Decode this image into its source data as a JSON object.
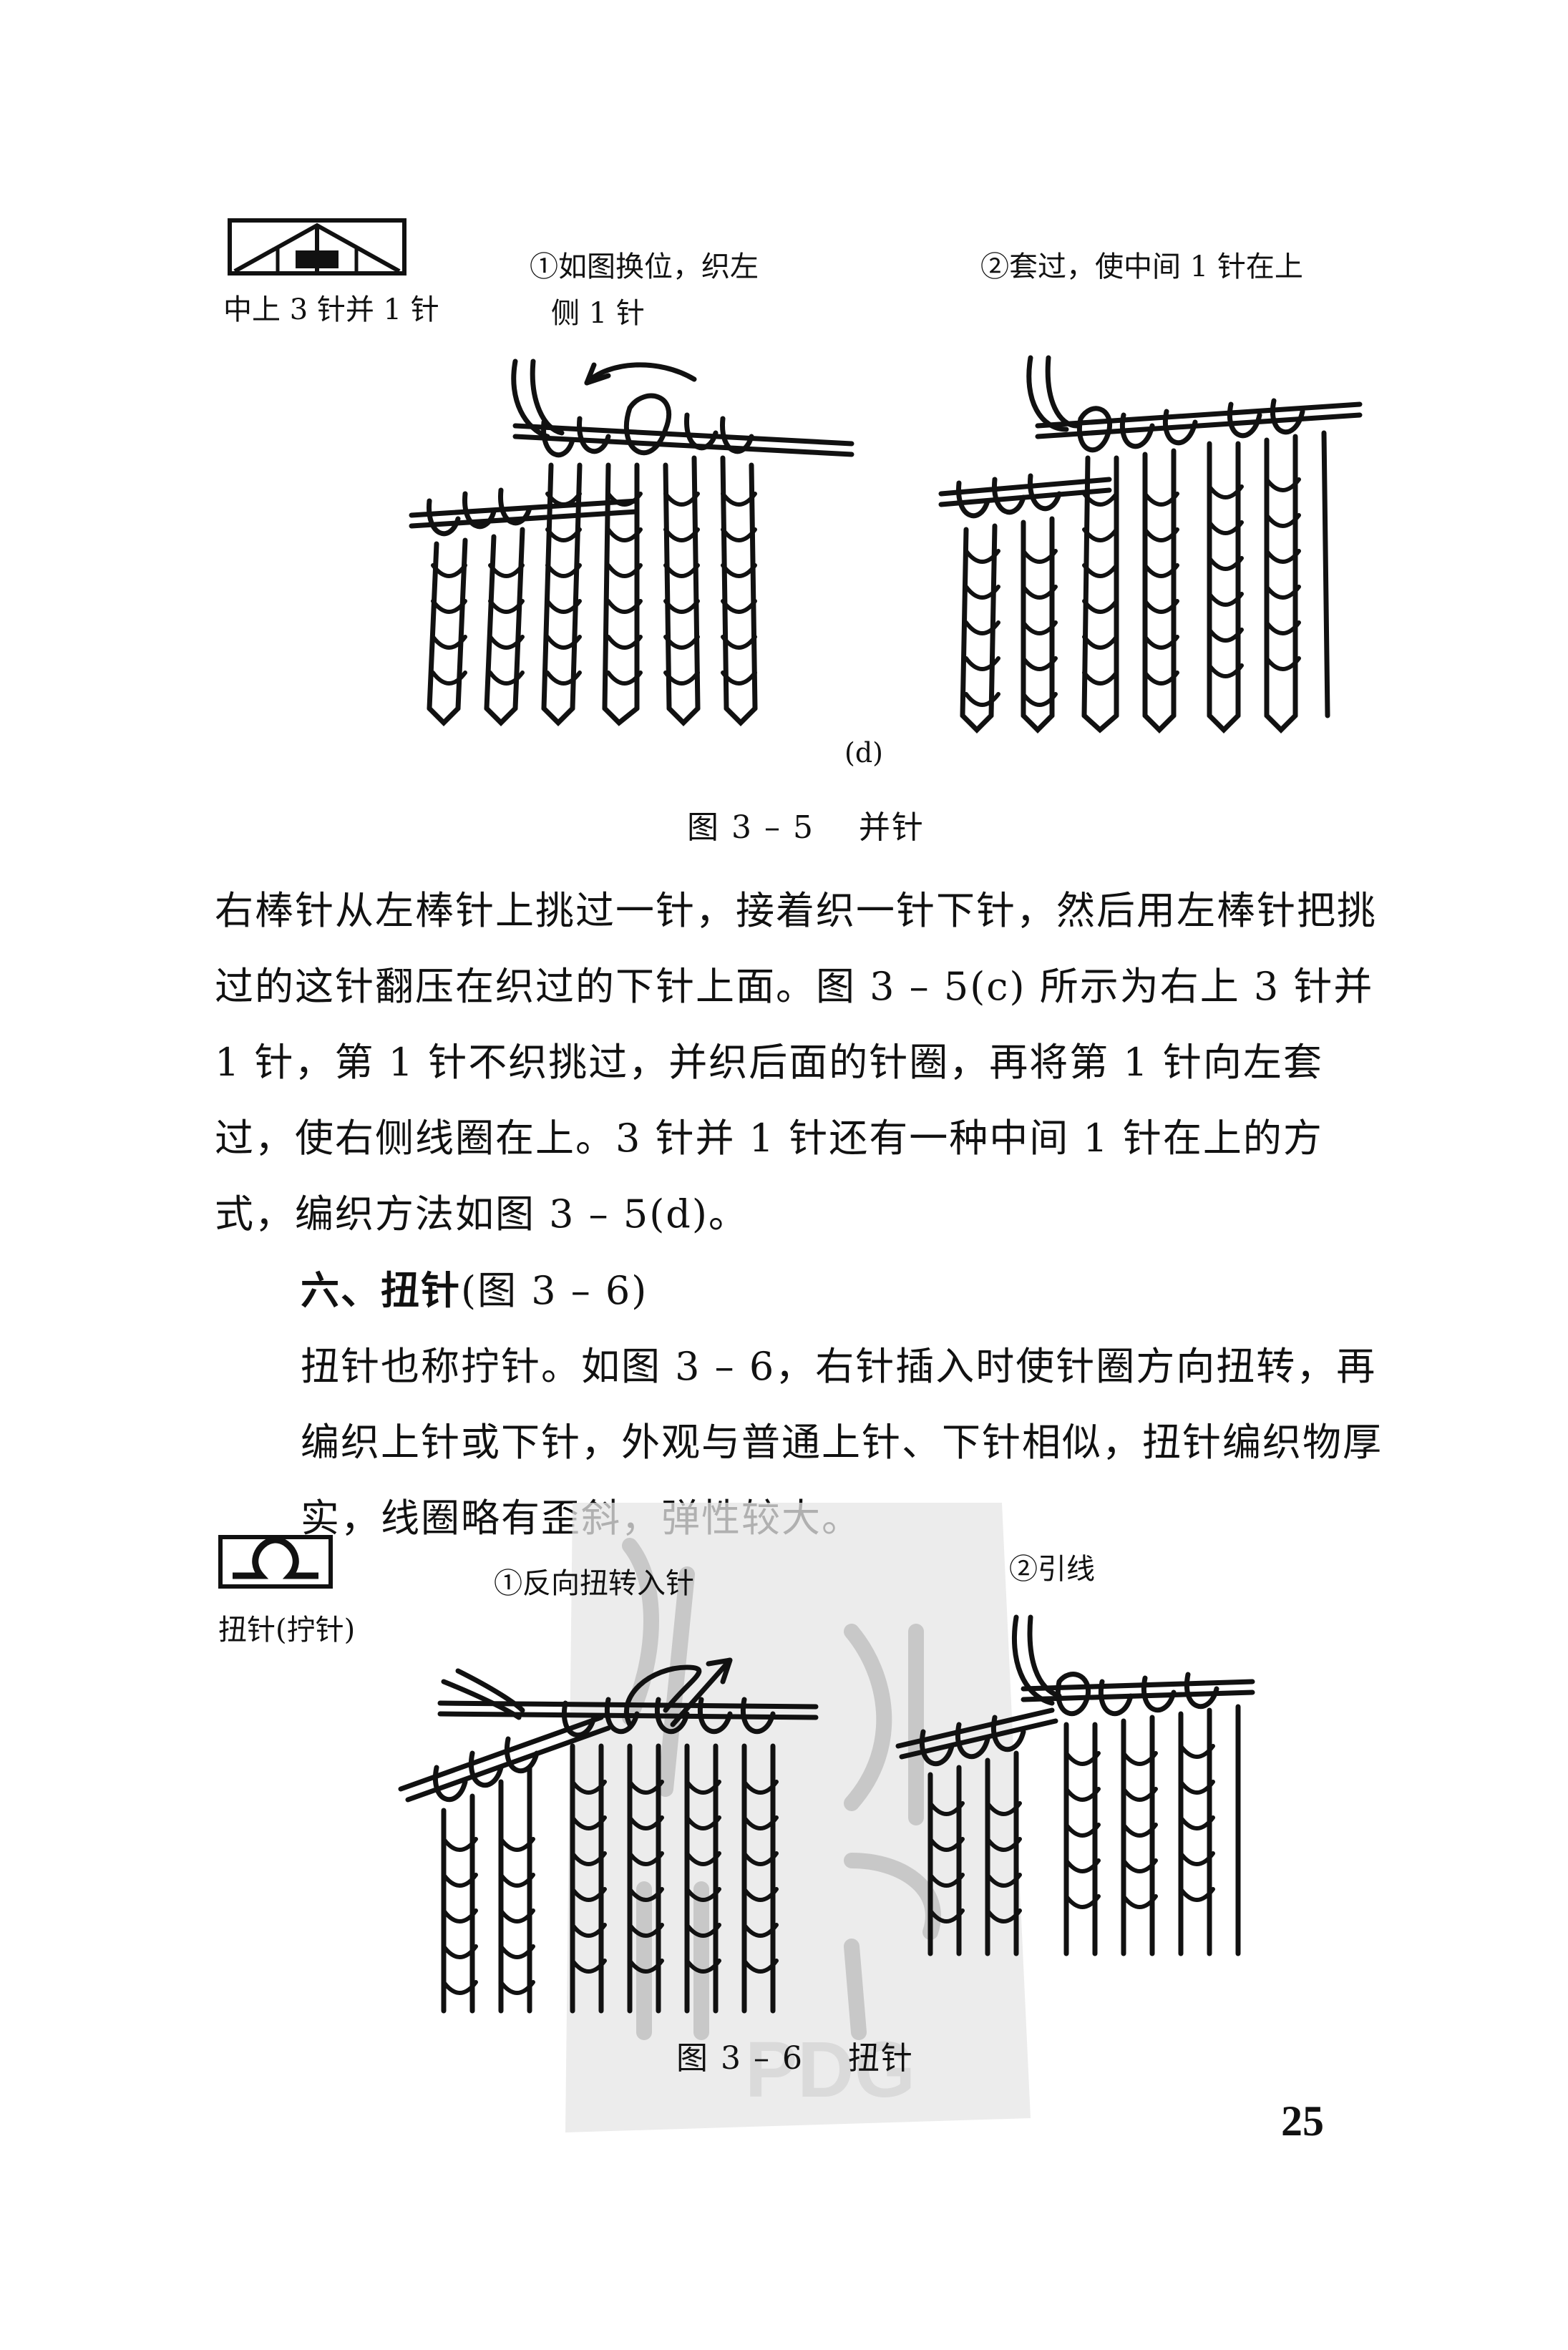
{
  "figure_3_5": {
    "symbol_caption": "中上 3 针并 1 针",
    "step1_label_line1": "①如图换位，织左",
    "step1_label_line2": "侧 1 针",
    "step2_label": "②套过，使中间 1 针在上",
    "sub_label": "(d)",
    "caption": "图 3 – 5　 并针"
  },
  "body": {
    "paragraph1": "右棒针从左棒针上挑过一针，接着织一针下针，然后用左棒针把挑过的这针翻压在织过的下针上面。图 3 – 5(c) 所示为右上 3 针并 1 针，第 1 针不织挑过，并织后面的针圈，再将第 1 针向左套过，使右侧线圈在上。3 针并 1 针还有一种中间 1 针在上的方式，编织方法如图 3 – 5(d)。",
    "heading_bold": "六、扭针",
    "heading_rest": "(图 3 – 6)",
    "paragraph2": "扭针也称拧针。如图 3 – 6，右针插入时使针圈方向扭转，再编织上针或下针，外观与普通上针、下针相似，扭针编织物厚实，线圈略有歪斜，弹性较大。"
  },
  "figure_3_6": {
    "symbol_caption": "扭针(拧针)",
    "step1_label": "①反向扭转入针",
    "step2_label": "②引线",
    "caption": "图 3 – 6　 扭针"
  },
  "watermark": {
    "text": "PDG"
  },
  "page_number": "25"
}
